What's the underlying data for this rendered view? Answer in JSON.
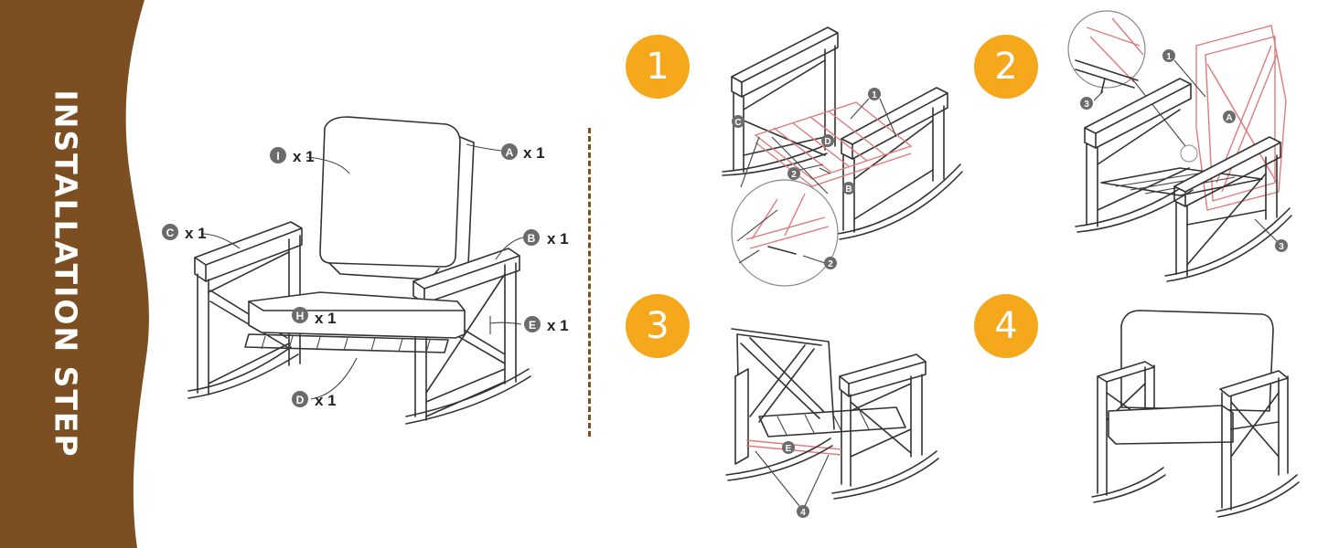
{
  "banner": {
    "title": "INSTALLATION STEP",
    "color": "#7b4f22"
  },
  "accent_color": "#f5a81c",
  "steps": [
    {
      "label": "1"
    },
    {
      "label": "2"
    },
    {
      "label": "3"
    },
    {
      "label": "4"
    }
  ],
  "parts": [
    {
      "letter": "I",
      "qty": "x 1"
    },
    {
      "letter": "A",
      "qty": "x 1"
    },
    {
      "letter": "C",
      "qty": "x 1"
    },
    {
      "letter": "B",
      "qty": "x 1"
    },
    {
      "letter": "H",
      "qty": "x 1"
    },
    {
      "letter": "E",
      "qty": "x 1"
    },
    {
      "letter": "D",
      "qty": "x 1"
    }
  ],
  "step1_markers": [
    "1",
    "C",
    "D",
    "2",
    "B",
    "2"
  ],
  "step2_markers": [
    "1",
    "3",
    "A",
    "3"
  ],
  "step3_markers": [
    "E",
    "4"
  ]
}
